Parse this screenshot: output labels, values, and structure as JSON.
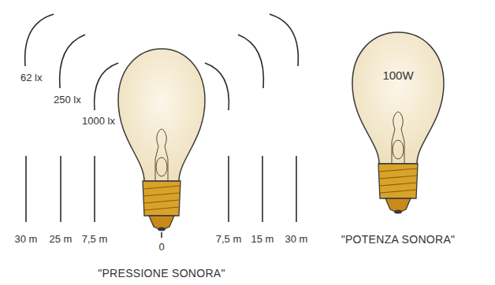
{
  "diagram": {
    "nodes": [
      {
        "text": [
          "100W"
        ]
      }
    ],
    "labels": [
      "62 lx",
      "250 lx",
      "1000 lx",
      "30 m",
      "25 m",
      "7,5 m",
      "0",
      "7,5 m",
      "15 m",
      "30 m",
      "\"PRESSIONE SONORA\"",
      "\"POTENZA SONORA\""
    ]
  }
}
